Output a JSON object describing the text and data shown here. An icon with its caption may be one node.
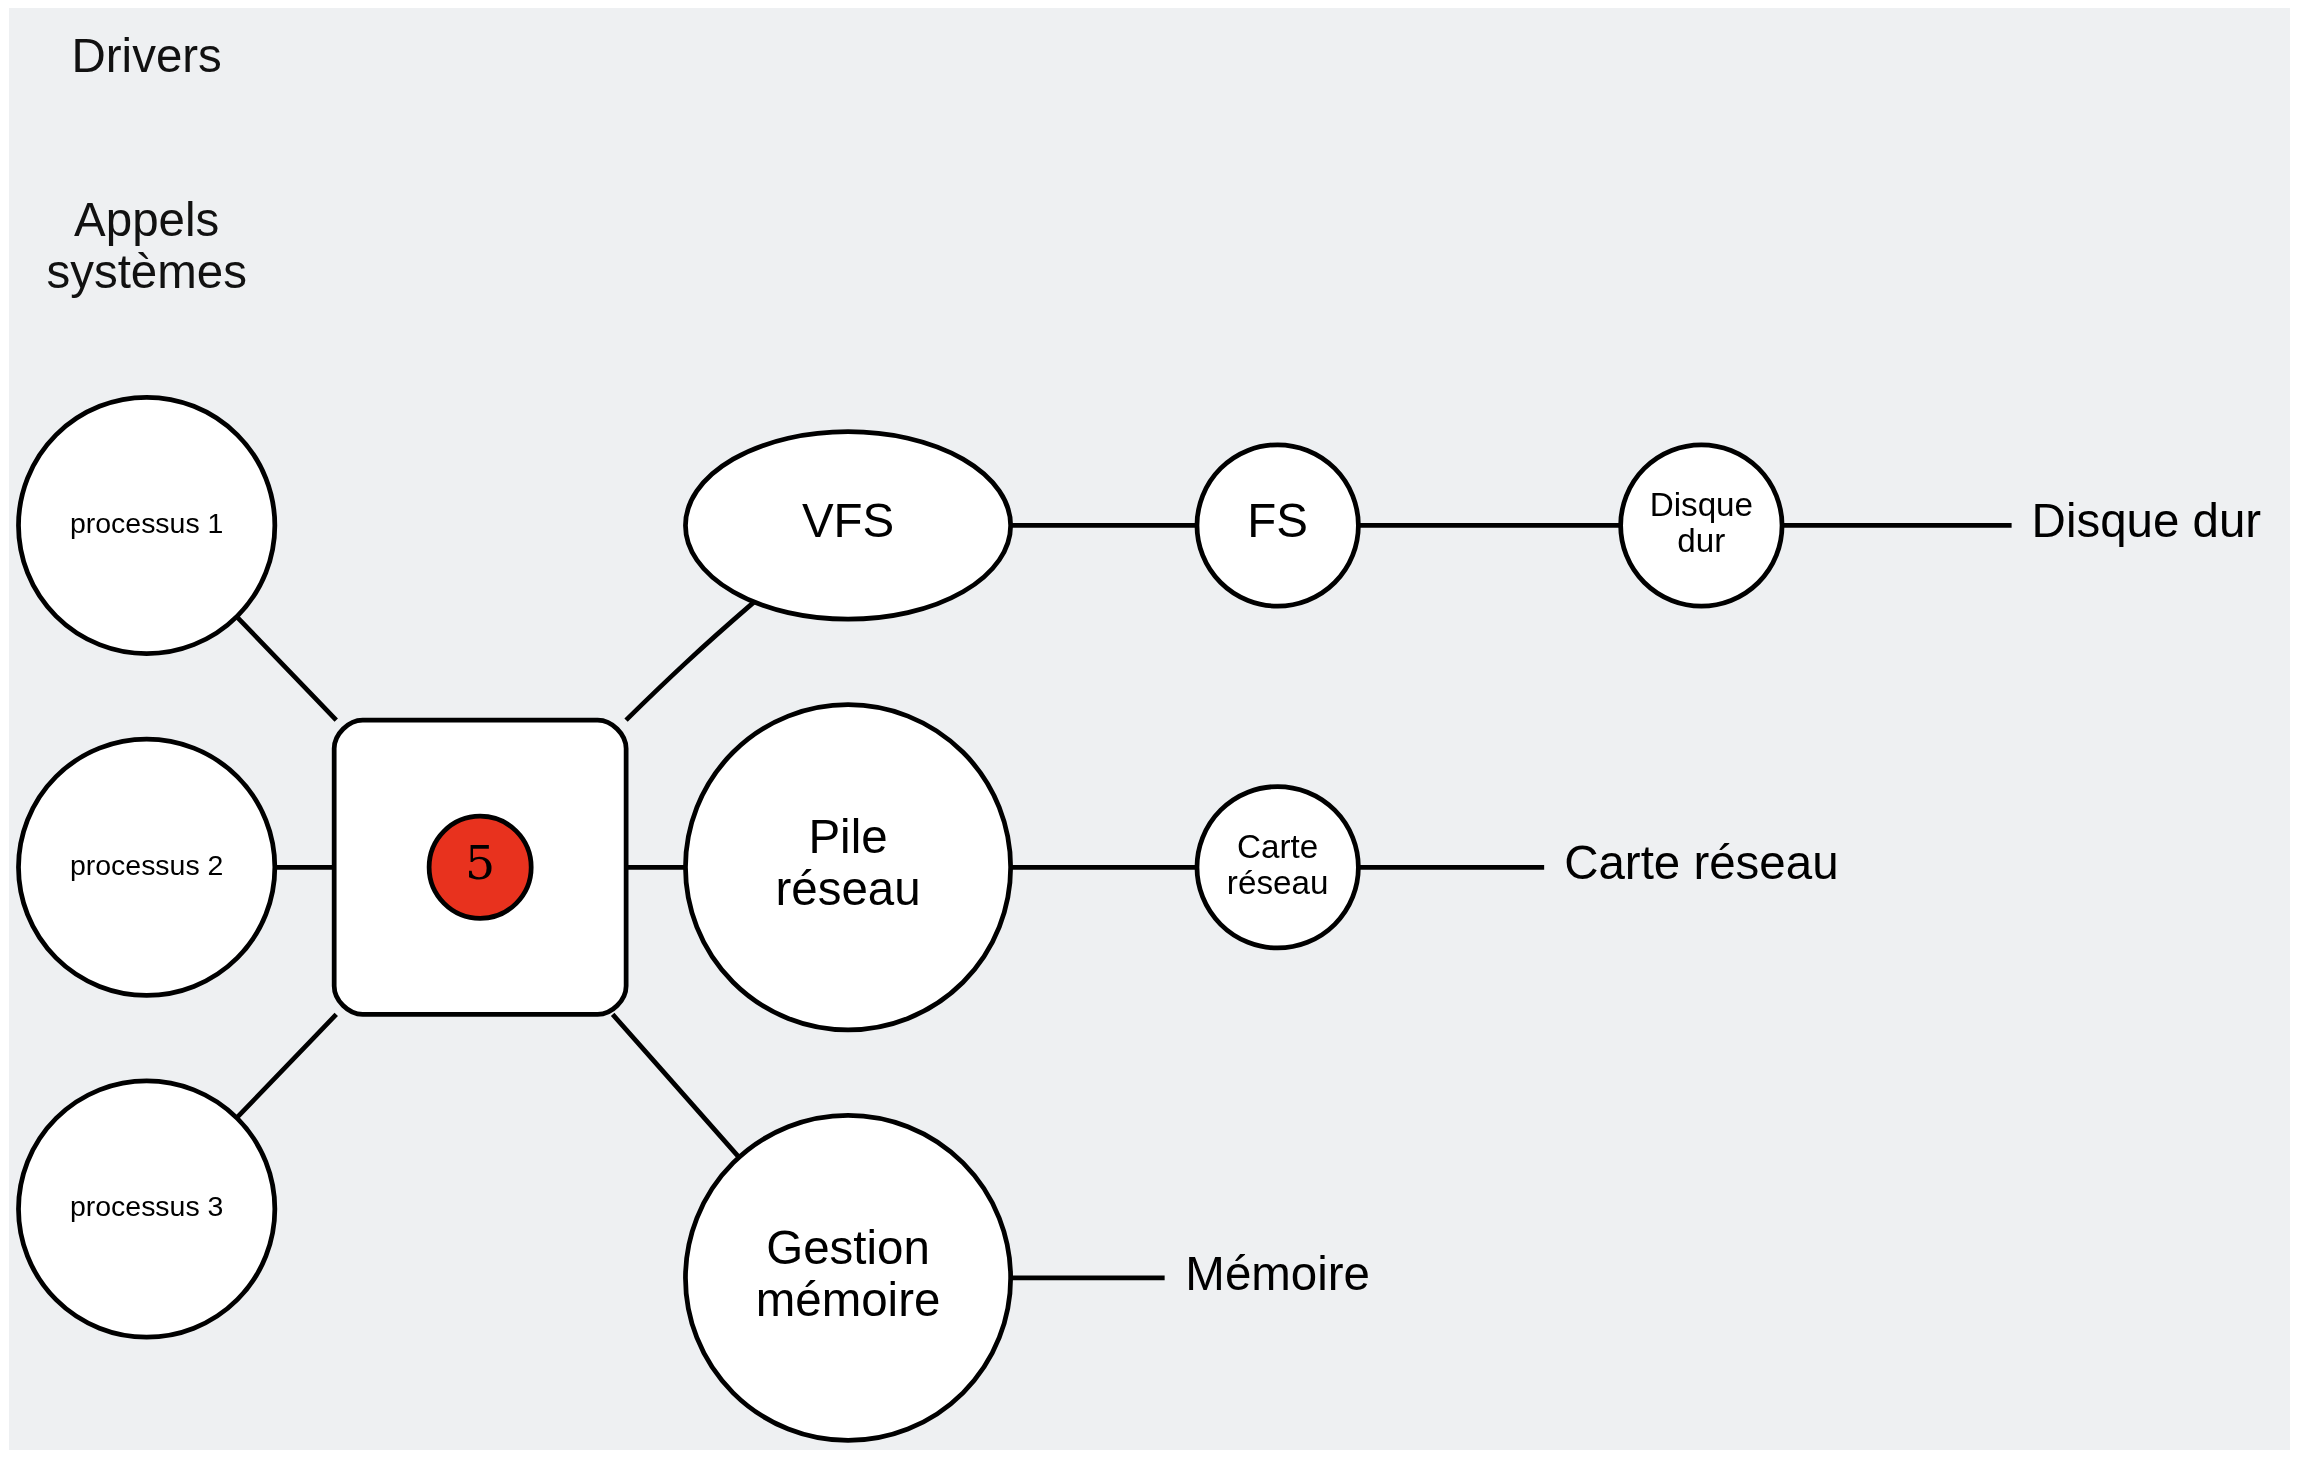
{
  "diagram": {
    "nodes": [
      {
        "text": [
          "processus 1"
        ]
      },
      {
        "text": [
          "processus 2"
        ]
      },
      {
        "text": [
          "processus 3"
        ]
      },
      {
        "text": [],
        "shape": "ellipse"
      },
      {
        "text": [
          "5"
        ],
        "in": 3
      },
      {
        "text": [
          "VFS"
        ]
      },
      {
        "text": [
          "FS"
        ]
      },
      {
        "text": [
          "Disque dur"
        ]
      },
      {
        "text": [
          "Pile réseau"
        ]
      },
      {
        "text": [
          "Carte réseau"
        ]
      },
      {
        "text": [
          "Gestion mémoire"
        ]
      },
      {
        "text": [
          "Disque dur"
        ]
      },
      {
        "text": [
          "Carte réseau"
        ]
      },
      {
        "text": [
          "Mémoire"
        ]
      }
    ],
    "edges": [
      {
        "from": 0,
        "to": 3,
        "arrow": "none"
      },
      {
        "from": 1,
        "to": 3,
        "arrow": "none"
      },
      {
        "from": 2,
        "to": 3,
        "arrow": "none"
      },
      {
        "from": 3,
        "to": 5,
        "arrow": "none"
      },
      {
        "from": 3,
        "to": 8,
        "arrow": "none"
      },
      {
        "from": 3,
        "to": 10,
        "arrow": "none"
      },
      {
        "from": 5,
        "to": 6,
        "arrow": "none"
      },
      {
        "from": 6,
        "to": 7,
        "arrow": "none"
      },
      {
        "from": 7,
        "to": 11,
        "arrow": "none"
      },
      {
        "from": 8,
        "to": 9,
        "arrow": "none"
      },
      {
        "from": 9,
        "to": 12,
        "arrow": "none"
      },
      {
        "from": 10,
        "to": 13,
        "arrow": "none"
      }
    ],
    "labels": [
      "Appels systèmes",
      "Drivers"
    ]
  }
}
